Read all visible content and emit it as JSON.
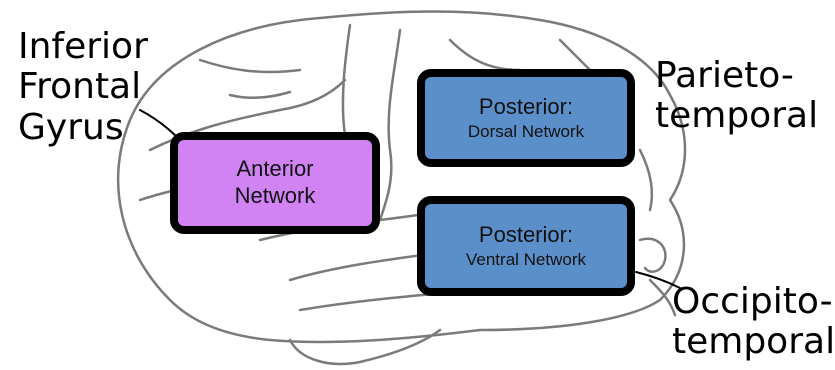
{
  "labels": {
    "ifg": "Inferior\nFrontal\nGyrus",
    "parieto": "Parieto-\ntemporal",
    "occipito": "Occipito-\ntemporal"
  },
  "boxes": {
    "anterior": {
      "line1": "Anterior",
      "line2": "Network",
      "color": "#d183f4"
    },
    "dorsal": {
      "line1": "Posterior:",
      "line2": "Dorsal Network",
      "color": "#5b8fc9"
    },
    "ventral": {
      "line1": "Posterior:",
      "line2": "Ventral Network",
      "color": "#5b8fc9"
    }
  },
  "colors": {
    "box_border": "#000000",
    "brain_line": "#7a7a7a"
  }
}
